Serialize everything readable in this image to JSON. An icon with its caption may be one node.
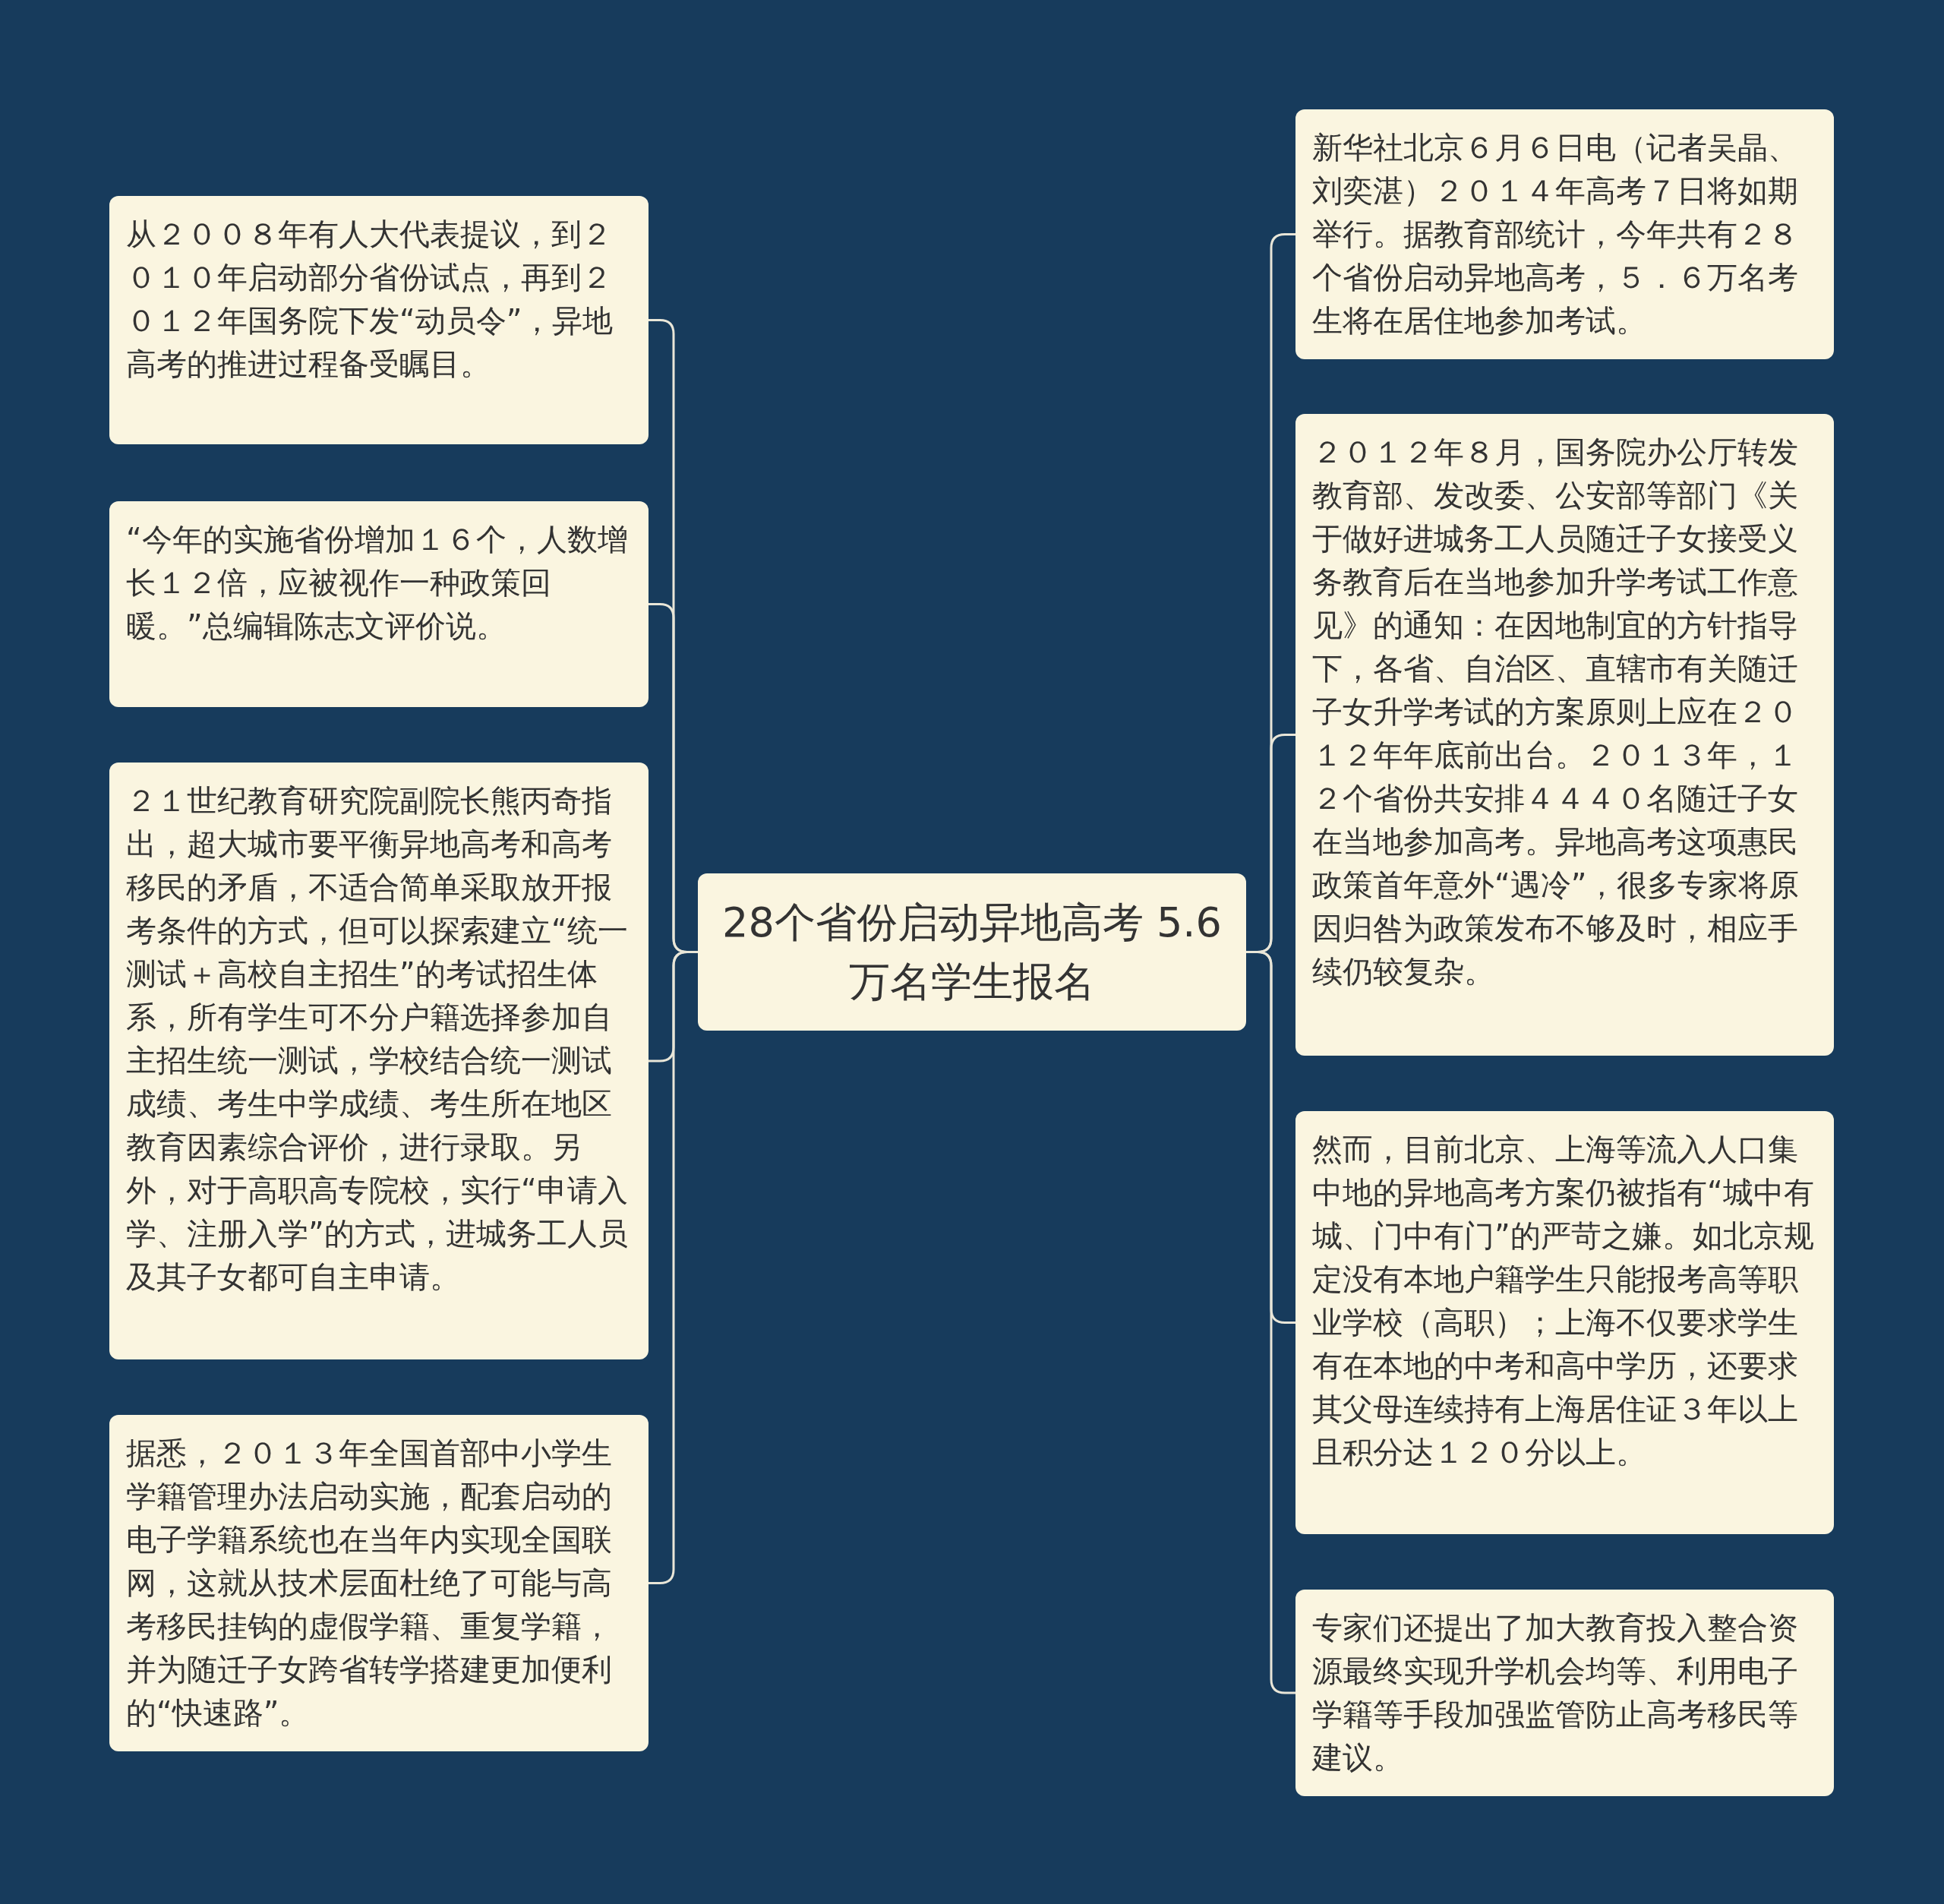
{
  "diagram": {
    "nodes": [
      {
        "text": [
          "28个省份启动异地高考 5.6万名学生报名"
        ]
      },
      {
        "text": [
          "从２００８年有人大代表提议，到２０１０年启动部分省份试点，再到２０１２年国务院下发“动员令”，异地高考的推进过程备受瞩目。"
        ]
      },
      {
        "text": [
          "“今年的实施省份增加１６个，人数增长１２倍，应被视作一种政策回暖。”总编辑陈志文评价说。"
        ]
      },
      {
        "text": [
          "２１世纪教育研究院副院长熊丙奇指出，超大城市要平衡异地高考和高考移民的矛盾，不适合简单采取放开报考条件的方式，但可以探索建立“统一测试＋高校自主招生”的考试招生体系，所有学生可不分户籍选择参加自主招生统一测试，学校结合统一测试成绩、考生中学成绩、考生所在地区教育因素综合评价，进行录取。另外，对于高职高专院校，实行“申请入学、注册入学”的方式，进城务工人员及其子女都可自主申请。"
        ]
      },
      {
        "text": [
          "据悉，２０１３年全国首部中小学生学籍管理办法启动实施，配套启动的电子学籍系统也在当年内实现全国联网，这就从技术层面杜绝了可能与高考移民挂钩的虚假学籍、重复学籍，并为随迁子女跨省转学搭建更加便利的“快速路”。"
        ]
      },
      {
        "text": [
          "新华社北京６月６日电（记者吴晶、刘奕湛）２０１４年高考７日将如期举行。据教育部统计，今年共有２８个省份启动异地高考，５．６万名考生将在居住地参加考试。"
        ]
      },
      {
        "text": [
          "２０１２年８月，国务院办公厅转发教育部、发改委、公安部等部门《关于做好进城务工人员随迁子女接受义务教育后在当地参加升学考试工作意见》的通知：在因地制宜的方针指导下，各省、自治区、直辖市有关随迁子女升学考试的方案原则上应在２０１２年年底前出台。２０１３年，１２个省份共安排４４４０名随迁子女在当地参加高考。异地高考这项惠民政策首年意外“遇冷”，很多专家将原因归咎为政策发布不够及时，相应手续仍较复杂。"
        ]
      },
      {
        "text": [
          "然而，目前北京、上海等流入人口集中地的异地高考方案仍被指有“城中有城、门中有门”的严苛之嫌。如北京规定没有本地户籍学生只能报考高等职业学校（高职）；上海不仅要求学生有在本地的中考和高中学历，还要求其父母连续持有上海居住证３年以上且积分达１２０分以上。"
        ]
      },
      {
        "text": [
          "专家们还提出了加大教育投入整合资源最终实现升学机会均等、利用电子学籍等手段加强监管防止高考移民等建议。"
        ]
      }
    ],
    "edges": [
      {
        "from": 0,
        "to": 1,
        "arrow": "none"
      },
      {
        "from": 0,
        "to": 2,
        "arrow": "none"
      },
      {
        "from": 0,
        "to": 3,
        "arrow": "none"
      },
      {
        "from": 0,
        "to": 4,
        "arrow": "none"
      },
      {
        "from": 0,
        "to": 5,
        "arrow": "none"
      },
      {
        "from": 0,
        "to": 6,
        "arrow": "none"
      },
      {
        "from": 0,
        "to": 7,
        "arrow": "none"
      },
      {
        "from": 0,
        "to": 8,
        "arrow": "none"
      }
    ]
  }
}
